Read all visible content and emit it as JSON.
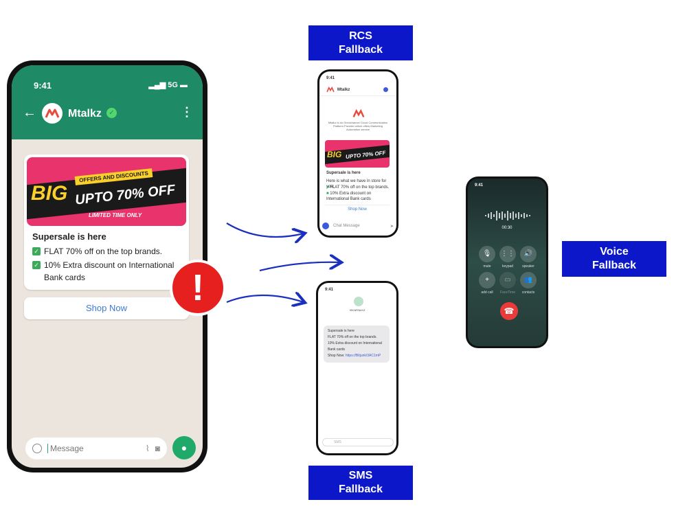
{
  "labels": {
    "rcs": "RCS\nFallback",
    "voice": "Voice\nFallback",
    "sms": "SMS\nFallback"
  },
  "colors": {
    "label_bg": "#0c17c9",
    "whatsapp_green": "#1f8a66",
    "alert_red": "#e5201f",
    "arrow_blue": "#1a2fbf"
  },
  "whatsapp": {
    "time": "9:41",
    "status": "5G",
    "contact": "Mtalkz",
    "banner": {
      "big": "BIG",
      "offers": "OFFERS AND DISCOUNTS",
      "upto": "UPTO 70% OFF",
      "limited": "LIMITED TIME ONLY"
    },
    "title": "Supersale is here",
    "line1": "FLAT 70% off on the top brands.",
    "line2": "10% Extra discount on International Bank cards",
    "button": "Shop Now",
    "input_placeholder": "Message"
  },
  "alert_symbol": "!",
  "rcs": {
    "time": "9:41",
    "contact": "Mtalkz",
    "about": "Mtalkz is an Omnichannel Cloud Communication Platform Provider which offers Marketing Automation service",
    "banner_big": "BIG",
    "banner_upto": "UPTO 70% OFF",
    "title": "Supersale is here",
    "intro": "Here is what we have in store for you:",
    "line1": "FLAT 70% off on the top brands.",
    "line2": "10% Extra discount on International Bank cards",
    "button": "Shop Now",
    "input_placeholder": "Chat Message"
  },
  "sms": {
    "time": "9:41",
    "sender": "VM-MTALKZ",
    "line1": "Supersale is here",
    "line2": "FLAT 70% off on the top brands.",
    "line3": "10% Extra discount on International",
    "line4": "Bank cards",
    "shop_prefix": "Shop Now:",
    "link": "https://Bitjunk/3AC1mP",
    "input_placeholder": "SMS"
  },
  "voice": {
    "time": "9:41",
    "timer": "00:30",
    "buttons": [
      "mute",
      "keypad",
      "speaker",
      "add call",
      "FaceTime",
      "contacts"
    ]
  }
}
